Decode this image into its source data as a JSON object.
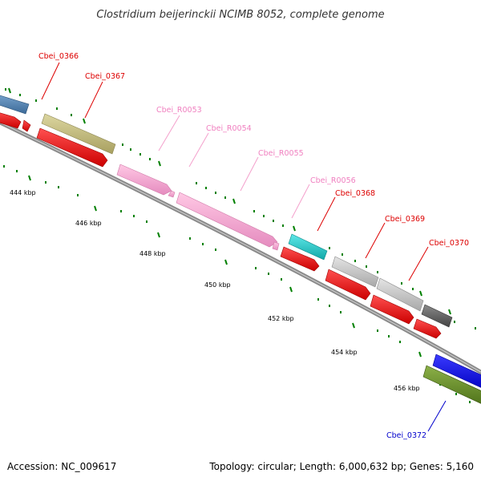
{
  "title": "Clostridium beijerinckii NCIMB 8052, complete genome",
  "accession": "Accession: NC_009617",
  "topology": "Topology: circular; Length: 6,000,632 bp; Genes: 5,160",
  "ticks": [
    "444 kbp",
    "446 kbp",
    "448 kbp",
    "450 kbp",
    "452 kbp",
    "454 kbp",
    "456 kbp"
  ],
  "genes": [
    {
      "label": "Cbei_0366",
      "color": "#dd0000"
    },
    {
      "label": "Cbei_0367",
      "color": "#dd0000"
    },
    {
      "label": "Cbei_R0053",
      "color": "#f080c0"
    },
    {
      "label": "Cbei_R0054",
      "color": "#f080c0"
    },
    {
      "label": "Cbei_R0055",
      "color": "#f080c0"
    },
    {
      "label": "Cbei_R0056",
      "color": "#f080c0"
    },
    {
      "label": "Cbei_0368",
      "color": "#dd0000"
    },
    {
      "label": "Cbei_0369",
      "color": "#dd0000"
    },
    {
      "label": "Cbei_0370",
      "color": "#dd0000"
    },
    {
      "label": "Cbei_0372",
      "color": "#0000cc"
    }
  ],
  "colors": {
    "cds_red": "#ff0000",
    "rrna_pink": "#f4a0cc",
    "trna_cyan": "#22cccc",
    "blue_feature": "#4f7fb0",
    "olive_feature": "#c8c080",
    "silver_feature": "#c0c0c0",
    "dark_gray_feature": "#606060",
    "bright_blue_feature": "#0000ff",
    "green_feature": "#6a8f2a",
    "backbone": "#808080",
    "tick_green": "#008000"
  }
}
